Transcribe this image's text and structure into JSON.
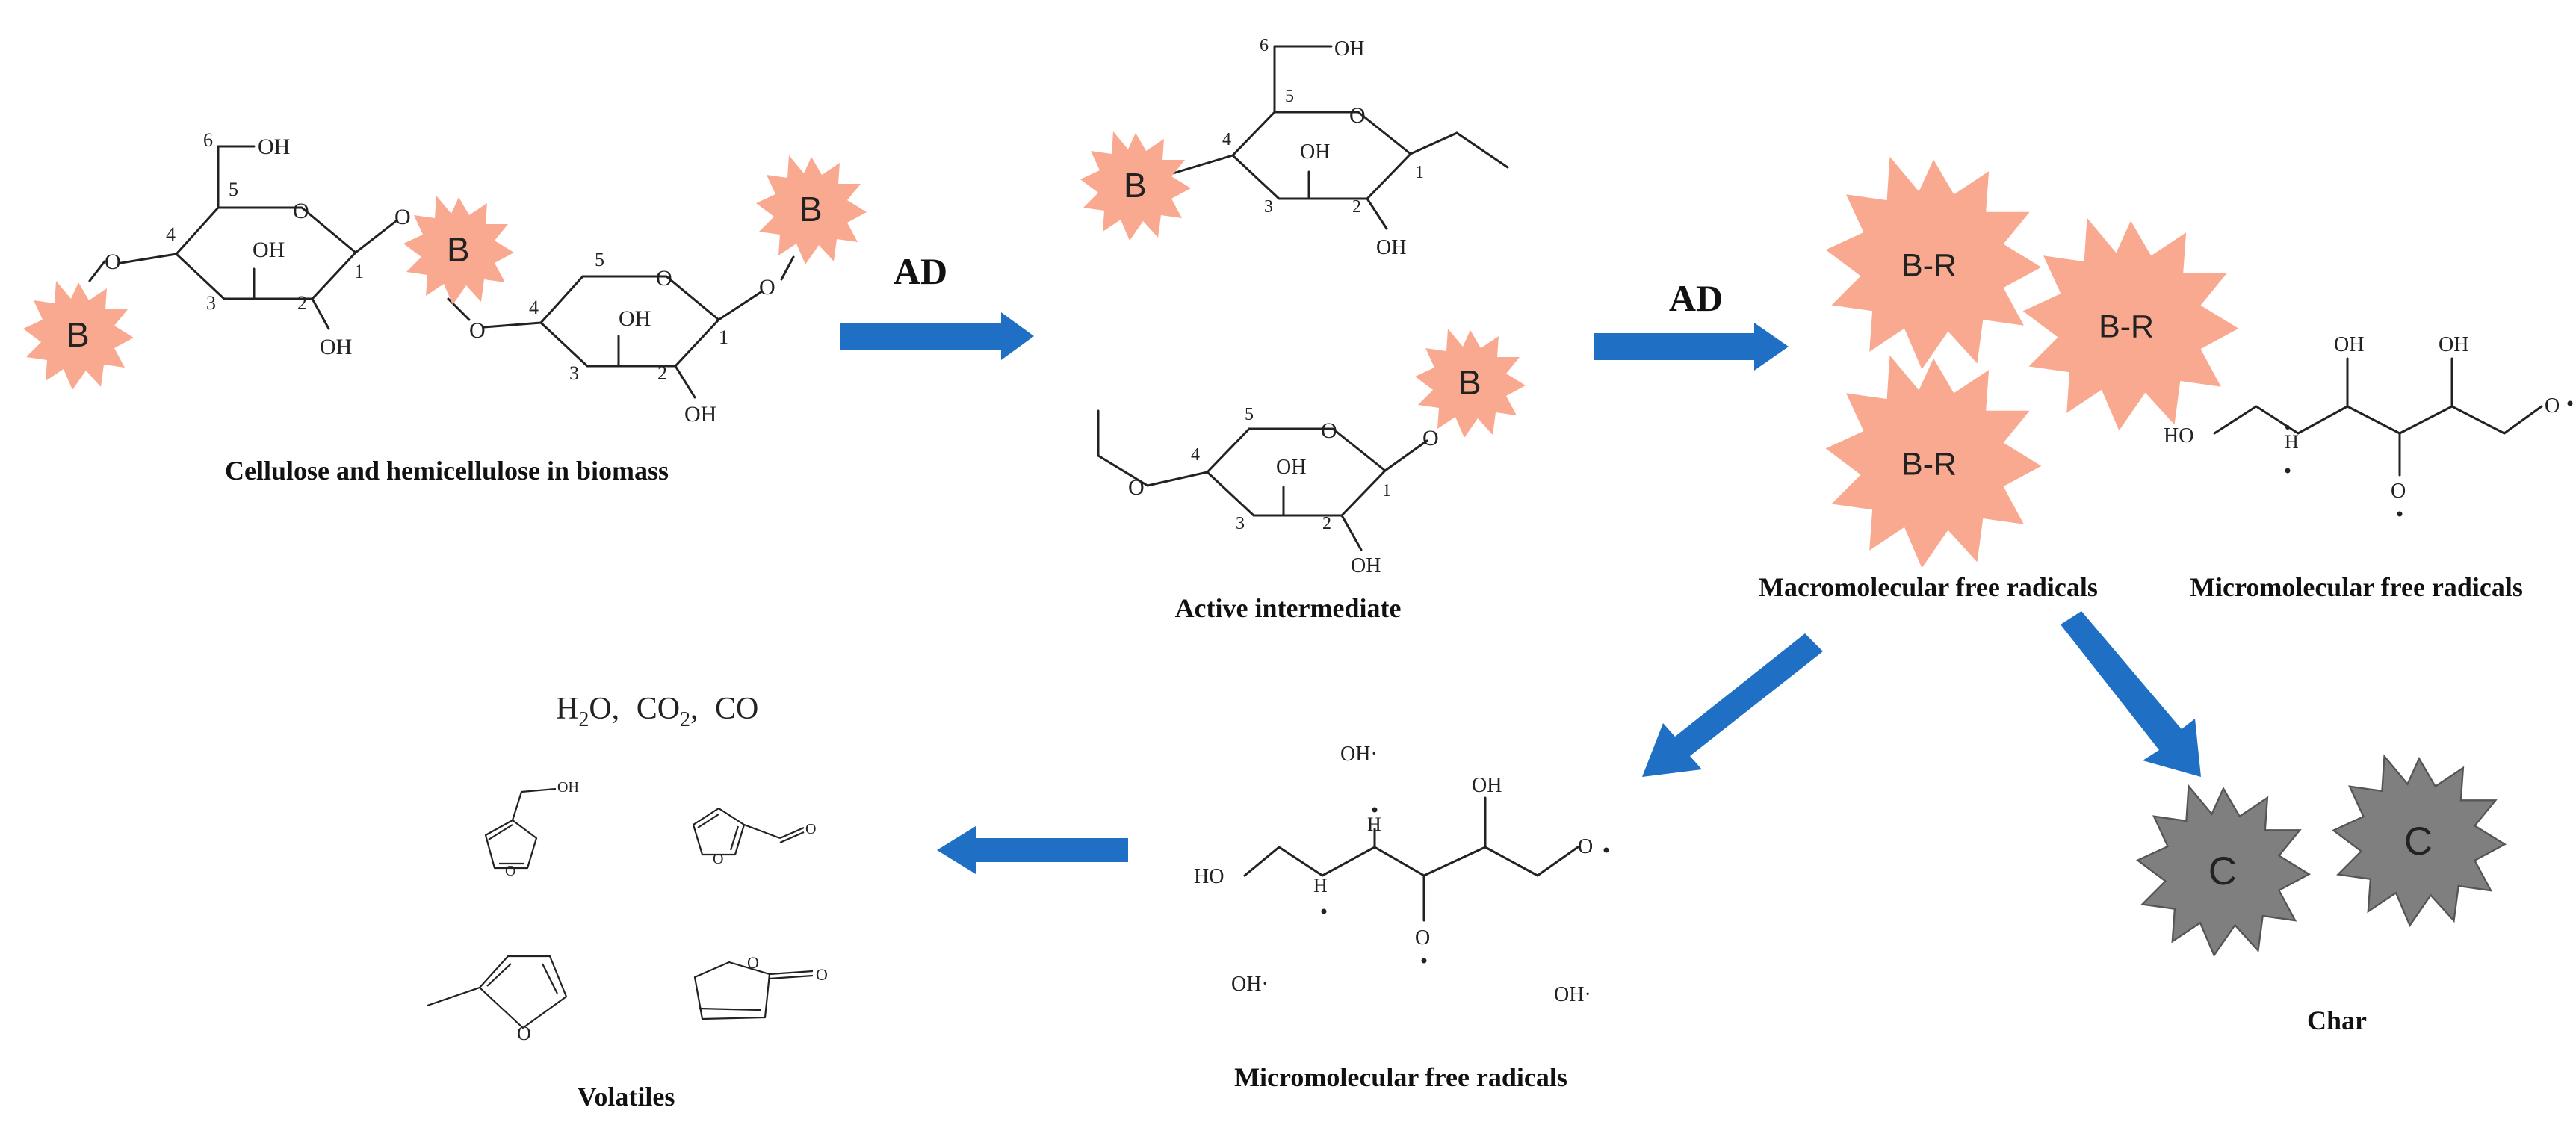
{
  "labels": {
    "biomass": "Cellulose and hemicellulose in biomass",
    "active_intermediate": "Active intermediate",
    "macro_radicals": "Macromolecular free radicals",
    "micro_radicals_top": "Micromolecular free radicals",
    "micro_radicals_bottom": "Micromolecular free radicals",
    "char": "Char",
    "volatiles": "Volatiles"
  },
  "arrows": {
    "ad_1": "AD",
    "ad_2": "AD"
  },
  "gases": {
    "h2o": "H",
    "h2o_sub": "2",
    "h2o_o": "O,",
    "co2": "CO",
    "co2_sub": "2",
    "co2_c": ",",
    "co": "CO"
  },
  "symbols": {
    "b": "B",
    "br": "B-R",
    "c": "C"
  },
  "atoms": {
    "oh": "OH",
    "ho": "HO",
    "o": "O",
    "h": "H",
    "oh_dot": "OH·",
    "dot": "·"
  },
  "colors": {
    "catalyst": "#f9a98f",
    "char": "#7f7f7f",
    "arrow": "#1f6fc5"
  }
}
